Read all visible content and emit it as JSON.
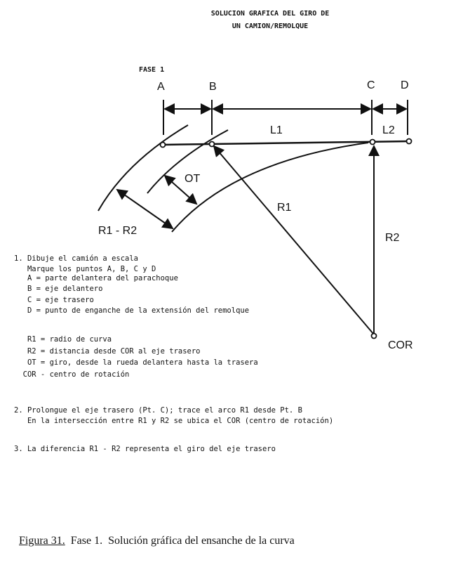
{
  "title": {
    "line1": "SOLUCION GRAFICA DEL GIRO DE",
    "line2": "UN CAMION/REMOLQUE"
  },
  "phase": "FASE 1",
  "diagram": {
    "A": "A",
    "B": "B",
    "C": "C",
    "D": "D",
    "L1": "L1",
    "L2": "L2",
    "OT": "OT",
    "R1": "R1",
    "R2": "R2",
    "R1R2": "R1 - R2",
    "COR": "COR"
  },
  "steps": {
    "s1": [
      "1. Dibuje el camión a escala",
      "   Marque los puntos A, B, C y D",
      "   A = parte delantera del parachoque",
      "   B = eje delantero",
      "   C = eje trasero",
      "   D = punto de enganche de la extensión del remolque"
    ],
    "defs": [
      "   R1 = radio de curva",
      "   R2 = distancia desde COR al eje trasero",
      "   OT = giro, desde la rueda delantera hasta la trasera",
      "  COR - centro de rotación"
    ],
    "s2": [
      "2. Prolongue el eje trasero (Pt. C); trace el arco R1 desde Pt. B",
      "   En la intersección entre R1 y R2 se ubica el COR (centro de rotación)"
    ],
    "s3": "3. La diferencia R1 - R2 representa el giro del eje trasero"
  },
  "caption": {
    "label": "Figura 31.",
    "text": "  Fase 1.  Solución gráfica del ensanche de la curva"
  }
}
